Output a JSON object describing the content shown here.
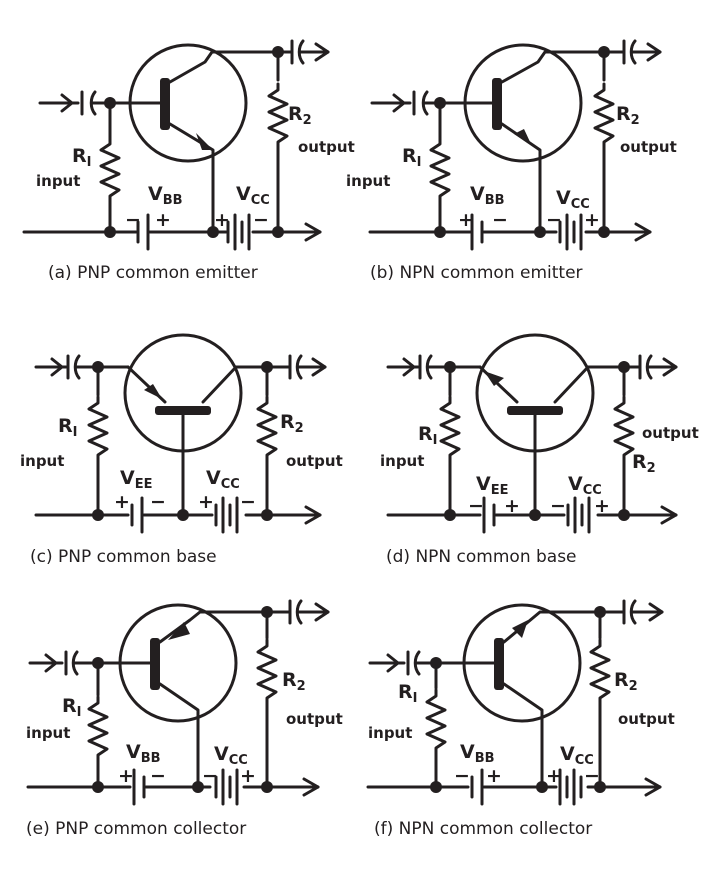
{
  "diagrams": [
    {
      "caption": "(a) PNP common emitter",
      "labels": {
        "in_res": "R",
        "in_res_sub": "I",
        "out_res": "R",
        "out_res_sub": "2",
        "input": "input",
        "output": "output",
        "v1": "V",
        "v1_sub": "BB",
        "v2": "V",
        "v2_sub": "CC",
        "v1_left": "−",
        "v1_right": "+",
        "v2_left": "+",
        "v2_right": "−"
      }
    },
    {
      "caption": "(b) NPN common emitter",
      "labels": {
        "in_res": "R",
        "in_res_sub": "I",
        "out_res": "R",
        "out_res_sub": "2",
        "input": "input",
        "output": "output",
        "v1": "V",
        "v1_sub": "BB",
        "v2": "V",
        "v2_sub": "CC",
        "v1_left": "+",
        "v1_right": "−",
        "v2_left": "−",
        "v2_right": "+"
      }
    },
    {
      "caption": "(c) PNP common base",
      "labels": {
        "in_res": "R",
        "in_res_sub": "I",
        "out_res": "R",
        "out_res_sub": "2",
        "input": "input",
        "output": "output",
        "v1": "V",
        "v1_sub": "EE",
        "v2": "V",
        "v2_sub": "CC",
        "v1_left": "+",
        "v1_right": "−",
        "v2_left": "+",
        "v2_right": "−"
      }
    },
    {
      "caption": "(d) NPN common base",
      "labels": {
        "in_res": "R",
        "in_res_sub": "I",
        "out_res": "R",
        "out_res_sub": "2",
        "input": "input",
        "output": "output",
        "v1": "V",
        "v1_sub": "EE",
        "v2": "V",
        "v2_sub": "CC",
        "v1_left": "−",
        "v1_right": "+",
        "v2_left": "−",
        "v2_right": "+"
      }
    },
    {
      "caption": "(e) PNP common collector",
      "labels": {
        "in_res": "R",
        "in_res_sub": "I",
        "out_res": "R",
        "out_res_sub": "2",
        "input": "input",
        "output": "output",
        "v1": "V",
        "v1_sub": "BB",
        "v2": "V",
        "v2_sub": "CC",
        "v1_left": "+",
        "v1_right": "−",
        "v2_left": "−",
        "v2_right": "+"
      }
    },
    {
      "caption": "(f) NPN common collector",
      "labels": {
        "in_res": "R",
        "in_res_sub": "I",
        "out_res": "R",
        "out_res_sub": "2",
        "input": "input",
        "output": "output",
        "v1": "V",
        "v1_sub": "BB",
        "v2": "V",
        "v2_sub": "CC",
        "v1_left": "−",
        "v1_right": "+",
        "v2_left": "+",
        "v2_right": "−"
      }
    }
  ]
}
